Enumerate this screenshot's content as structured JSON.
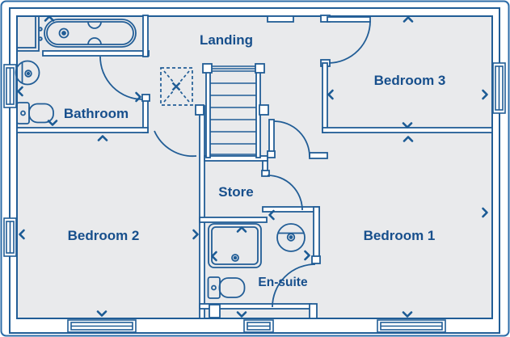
{
  "plan": {
    "type": "floor-plan",
    "rooms": {
      "landing": "Landing",
      "bathroom": "Bathroom",
      "bedroom3": "Bedroom 3",
      "store": "Store",
      "bedroom2": "Bedroom 2",
      "bedroom1": "Bedroom 1",
      "ensuite": "En-suite"
    },
    "fixtures": [
      "bathtub-icon",
      "pedestal-sink-icon",
      "toilet-icon",
      "airing-cupboard",
      "staircase-icon",
      "loft-hatch-icon",
      "shower-tray-icon",
      "round-sink-icon",
      "toilet-icon",
      "door-swing-icon",
      "window-icon",
      "direction-chevron-icon"
    ],
    "colors": {
      "wall": "#215d96",
      "label_text": "#174f8c",
      "floor_fill": "#e9eaec",
      "outer_frame": "#2d6ca8",
      "background": "#ffffff"
    }
  }
}
